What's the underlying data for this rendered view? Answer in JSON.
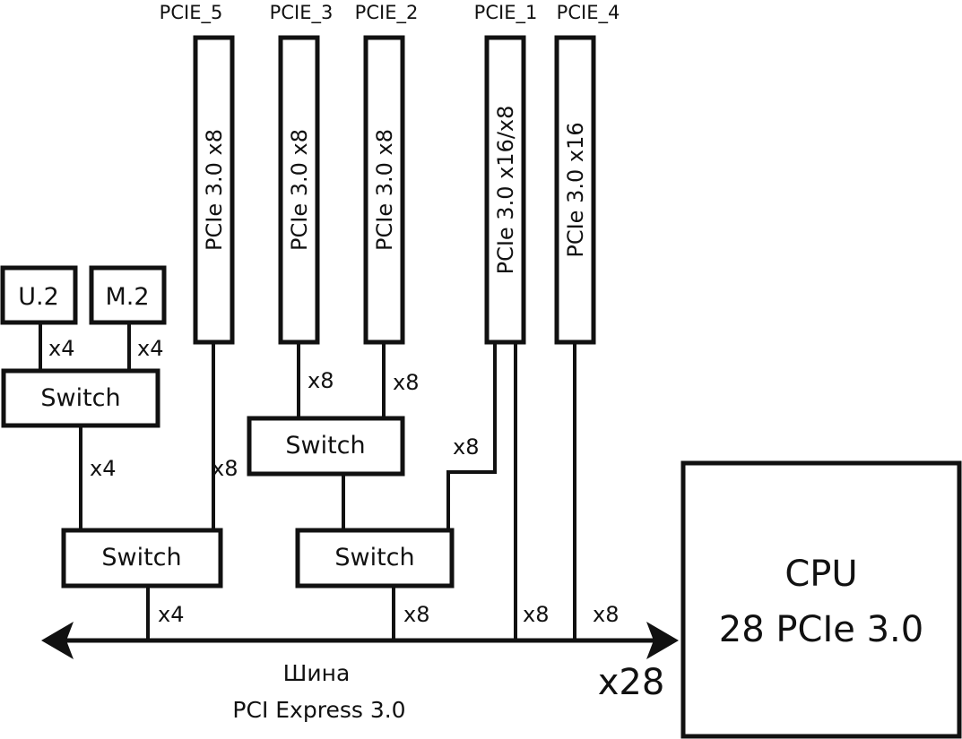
{
  "slots": [
    {
      "id": "PCIE_5",
      "label": "PCIe 3.0 x8"
    },
    {
      "id": "PCIE_3",
      "label": "PCIe 3.0 x8"
    },
    {
      "id": "PCIE_2",
      "label": "PCIe 3.0 x8"
    },
    {
      "id": "PCIE_1",
      "label": "PCIe 3.0 x16/x8"
    },
    {
      "id": "PCIE_4",
      "label": "PCIe 3.0 x16"
    }
  ],
  "devices": {
    "u2": "U.2",
    "m2": "M.2"
  },
  "switches": {
    "storage": "Switch",
    "left_bus": "Switch",
    "slots_3_2": "Switch",
    "right_bus": "Switch"
  },
  "lanes": {
    "u2_to_switch": "x4",
    "m2_to_switch": "x4",
    "storage_switch_down": "x4",
    "pcie5_down": "x8",
    "pcie3_down": "x8",
    "pcie2_down": "x8",
    "pcie1_branch": "x8",
    "left_switch_to_bus": "x4",
    "right_switch_to_bus": "x8",
    "pcie1_to_bus": "x8",
    "pcie4_to_bus": "x8"
  },
  "cpu": {
    "title": "CPU",
    "subtitle": "28 PCIe 3.0"
  },
  "bus": {
    "width_label": "x28",
    "name_line1": "Шина",
    "name_line2": "PCI Express 3.0"
  }
}
